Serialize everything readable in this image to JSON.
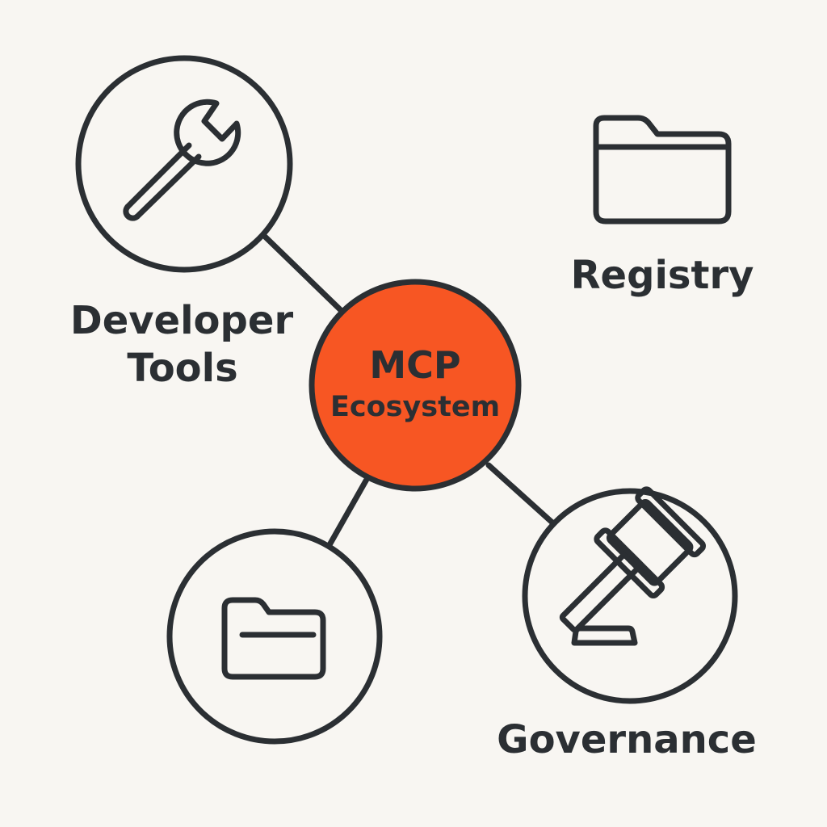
{
  "hub": {
    "line1": "MCP",
    "line2": "Ecosystem"
  },
  "nodes": {
    "developer_tools": {
      "line1": "Developer",
      "line2": "Tools",
      "icon": "wrench-icon"
    },
    "registry": {
      "label": "Registry",
      "icon": "folder-icon"
    },
    "storage": {
      "icon": "folder-icon"
    },
    "governance": {
      "label": "Governance",
      "icon": "gavel-icon"
    }
  },
  "colors": {
    "background": "#f8f6f2",
    "stroke": "#2b2f33",
    "hub_fill": "#f75623",
    "node_fill": "#f8f6f2",
    "text": "#2b2f33"
  }
}
